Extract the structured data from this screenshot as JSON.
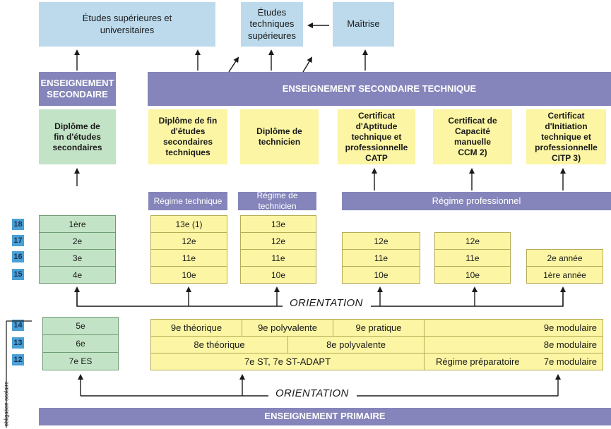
{
  "top": {
    "etudes_sup": "Études supérieures et universitaires",
    "etudes_tech_sup": "Études techniques supérieures",
    "maitrise": "Maîtrise"
  },
  "bands": {
    "ens_secondaire": "ENSEIGNEMENT SECONDAIRE",
    "ens_sec_technique": "ENSEIGNEMENT SECONDAIRE TECHNIQUE",
    "ens_primaire": "ENSEIGNEMENT PRIMAIRE"
  },
  "diplomas": {
    "fin_secondaires": "Diplôme de fin d'études secondaires",
    "fin_sec_techniques": "Diplôme de fin d'études secondaires techniques",
    "technicien": "Diplôme de technicien",
    "catp": "Certificat d'Aptitude technique et professionnelle CATP",
    "ccm": "Certificat de Capacité manuelle CCM 2)",
    "citp": "Certificat d'Initiation technique et professionnelle CITP 3)"
  },
  "regimes": {
    "technique": "Régime technique",
    "technicien": "Régime de technicien",
    "professionnel": "Régime professionnel",
    "preparatoire": "Régime préparatoire"
  },
  "grades_upper": [
    "18",
    "17",
    "16",
    "15"
  ],
  "grades_lower": [
    "14",
    "13",
    "12"
  ],
  "cols": {
    "secondaire": [
      "1ère",
      "2e",
      "3e",
      "4e"
    ],
    "technique": [
      "13e (1)",
      "12e",
      "11e",
      "10e"
    ],
    "technicien": [
      "13e",
      "12e",
      "11e",
      "10e"
    ],
    "catp": [
      "12e",
      "11e",
      "10e"
    ],
    "ccm": [
      "12e",
      "11e",
      "10e"
    ],
    "citp": [
      "2e année",
      "1ère année"
    ]
  },
  "lower": {
    "es": [
      "5e",
      "6e",
      "7e ES"
    ],
    "row14": [
      "9e théorique",
      "9e polyvalente",
      "9e pratique",
      "9e modulaire"
    ],
    "row13": [
      "8e théorique",
      "8e polyvalente",
      "8e modulaire"
    ],
    "row12": [
      "7e ST, 7e ST-ADAPT",
      "7e modulaire"
    ]
  },
  "orientation": "ORIENTATION",
  "obligation": "obligation scolaire",
  "colors": {
    "purple": "#8585bb",
    "light_blue": "#bcdaec",
    "green": "#c3e3c6",
    "yellow": "#fbf5a4",
    "grade_blue": "#4a9fd5"
  }
}
